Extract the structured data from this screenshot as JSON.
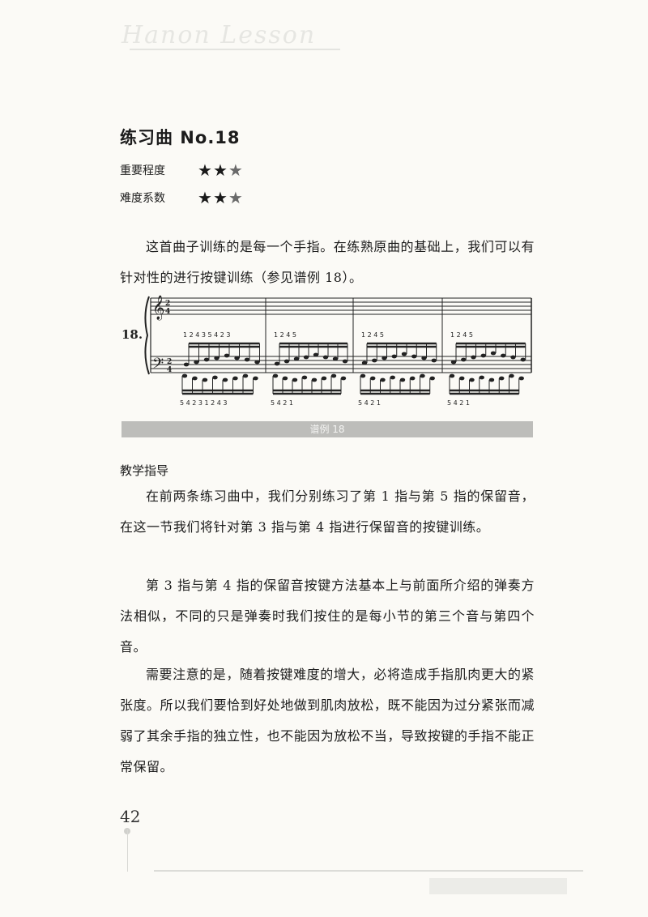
{
  "header": {
    "script_title": "Hanon Lesson"
  },
  "etude": {
    "title": "练习曲 No.18",
    "importance": {
      "label": "重要程度",
      "rating": 2.5,
      "max": 3
    },
    "difficulty": {
      "label": "难度系数",
      "rating": 2.5,
      "max": 3
    }
  },
  "intro": "这首曲子训练的是每一个手指。在练熟原曲的基础上，我们可以有针对性的进行按键训练（参见谱例 18）。",
  "score": {
    "number": "18.",
    "fingerings_upper": [
      "1 2 4 3 5 4 2 3",
      "1 2 4    5",
      "1 2 4    5",
      "1 2 4    5"
    ],
    "fingerings_lower": [
      "5 4 2 3 1 2 4 3",
      "5 4 2    1",
      "5 4 2    1",
      "5 4 2    1"
    ],
    "caption": "谱例 18"
  },
  "guidance": {
    "heading": "教学指导",
    "paragraphs": [
      "在前两条练习曲中，我们分别练习了第 1 指与第 5 指的保留音，在这一节我们将针对第 3 指与第 4 指进行保留音的按键训练。",
      "第 3 指与第 4 指的保留音按键方法基本上与前面所介绍的弹奏方法相似，不同的只是弹奏时我们按住的是每小节的第三个音与第四个音。",
      "需要注意的是，随着按键难度的增大，必将造成手指肌肉更大的紧张度。所以我们要恰到好处地做到肌肉放松，既不能因为过分紧张而减弱了其余手指的独立性，也不能因为放松不当，导致按键的手指不能正常保留。"
    ]
  },
  "page_number": "42",
  "colors": {
    "background": "#fbfaf6",
    "caption_bar": "#bdbdba",
    "text": "#1c1c1c"
  }
}
